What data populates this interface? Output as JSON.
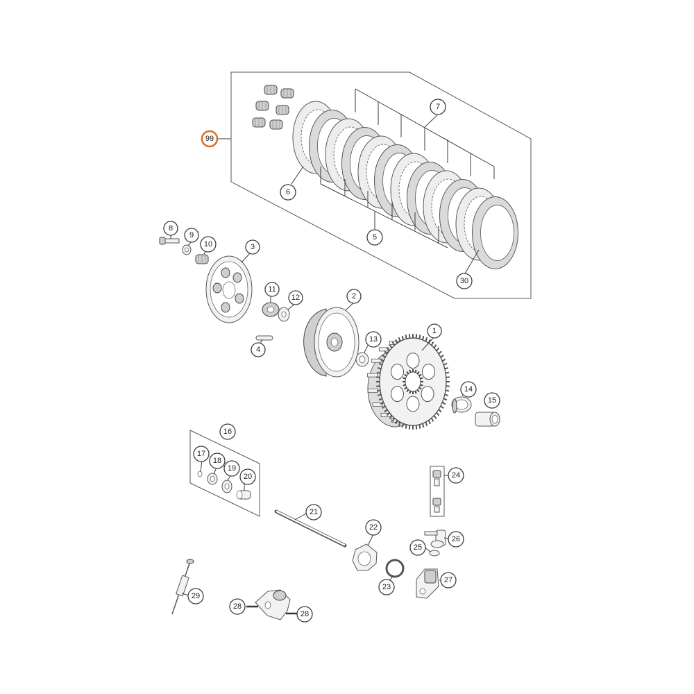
{
  "callouts": [
    {
      "id": "c99",
      "label": "99",
      "highlight": true
    },
    {
      "id": "c7",
      "label": "7"
    },
    {
      "id": "c6",
      "label": "6"
    },
    {
      "id": "c5",
      "label": "5"
    },
    {
      "id": "c30",
      "label": "30"
    },
    {
      "id": "c8",
      "label": "8"
    },
    {
      "id": "c9",
      "label": "9"
    },
    {
      "id": "c10",
      "label": "10"
    },
    {
      "id": "c3",
      "label": "3"
    },
    {
      "id": "c11",
      "label": "11"
    },
    {
      "id": "c12",
      "label": "12"
    },
    {
      "id": "c2",
      "label": "2"
    },
    {
      "id": "c4",
      "label": "4"
    },
    {
      "id": "c13",
      "label": "13"
    },
    {
      "id": "c1",
      "label": "1"
    },
    {
      "id": "c14",
      "label": "14"
    },
    {
      "id": "c15",
      "label": "15"
    },
    {
      "id": "c16",
      "label": "16"
    },
    {
      "id": "c17",
      "label": "17"
    },
    {
      "id": "c18",
      "label": "18"
    },
    {
      "id": "c19",
      "label": "19"
    },
    {
      "id": "c20",
      "label": "20"
    },
    {
      "id": "c21",
      "label": "21"
    },
    {
      "id": "c22",
      "label": "22"
    },
    {
      "id": "c24",
      "label": "24"
    },
    {
      "id": "c25",
      "label": "25"
    },
    {
      "id": "c26",
      "label": "26"
    },
    {
      "id": "c23",
      "label": "23"
    },
    {
      "id": "c27",
      "label": "27"
    },
    {
      "id": "c29",
      "label": "29"
    },
    {
      "id": "c28a",
      "label": "28"
    },
    {
      "id": "c28b",
      "label": "28"
    }
  ],
  "colors": {
    "highlight": "#e0701e",
    "line": "#3a3a3a"
  }
}
